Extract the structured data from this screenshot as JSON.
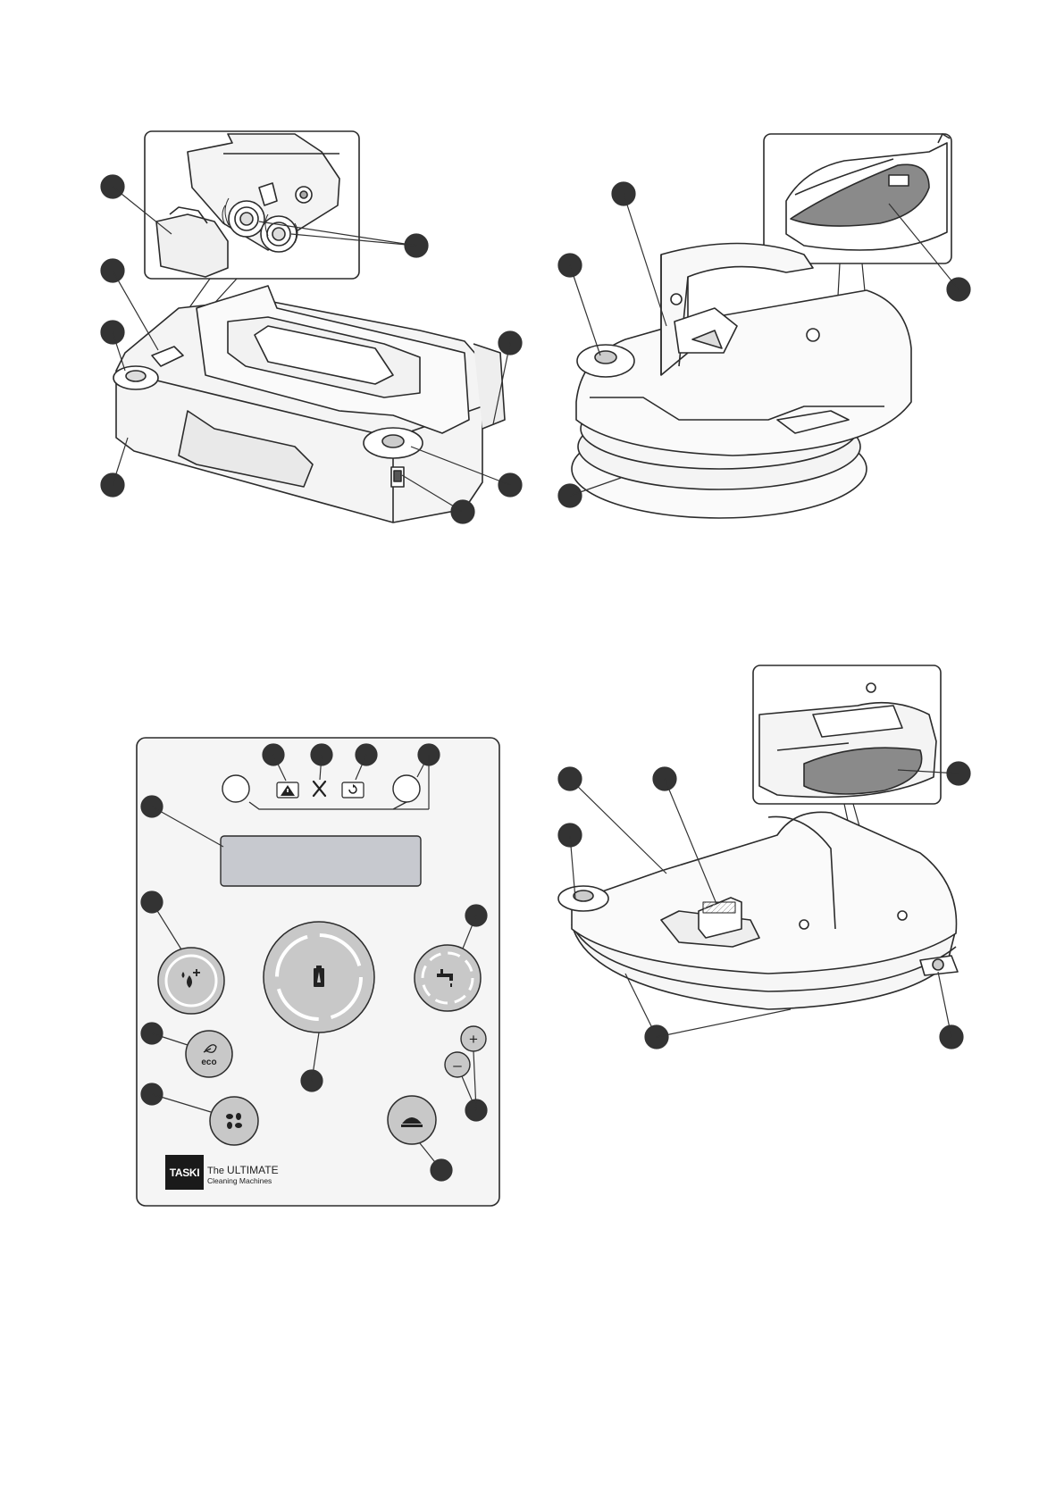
{
  "control_panel": {
    "brand_logo_text": "TASKI",
    "tagline_prefix": "The",
    "tagline_main": "ULTIMATE",
    "tagline_sub": "Cleaning Machines",
    "eco_label": "eco",
    "plus_label": "+",
    "minus_label": "–"
  },
  "icons": {
    "warning": "warning-triangle-icon",
    "service": "tools-icon",
    "battery_status": "battery-cycle-icon",
    "water": "water-plus-icon",
    "main_power": "battery-icon",
    "tap": "tap-icon",
    "eco": "leaf-icon",
    "fan": "fan-icon",
    "brush": "brush-head-icon"
  },
  "colors": {
    "line": "#2b2b2b",
    "callout": "#333333",
    "body_fill": "#f4f4f4",
    "panel_fill": "#f5f5f5",
    "button_fill": "#c8c8c8",
    "display_fill": "#c7c9cf",
    "pad_fill": "#8a8a8a"
  }
}
